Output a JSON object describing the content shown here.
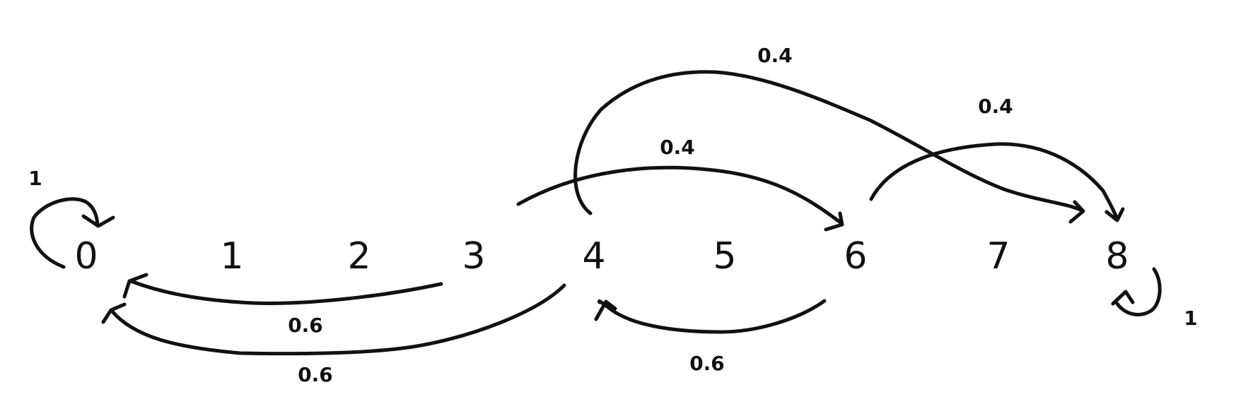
{
  "states": [
    "0",
    "1",
    "2",
    "3",
    "4",
    "5",
    "6",
    "7",
    "8"
  ],
  "transitions": [
    {
      "from": "0",
      "to": "0",
      "label": "1"
    },
    {
      "from": "3",
      "to": "0",
      "label": "0.6"
    },
    {
      "from": "4",
      "to": "0",
      "label": "0.6"
    },
    {
      "from": "3",
      "to": "6",
      "label": "0.4"
    },
    {
      "from": "4",
      "to": "8",
      "label": "0.4"
    },
    {
      "from": "6",
      "to": "8",
      "label": "0.4"
    },
    {
      "from": "6",
      "to": "4",
      "label": "0.6"
    },
    {
      "from": "8",
      "to": "8",
      "label": "1"
    }
  ]
}
